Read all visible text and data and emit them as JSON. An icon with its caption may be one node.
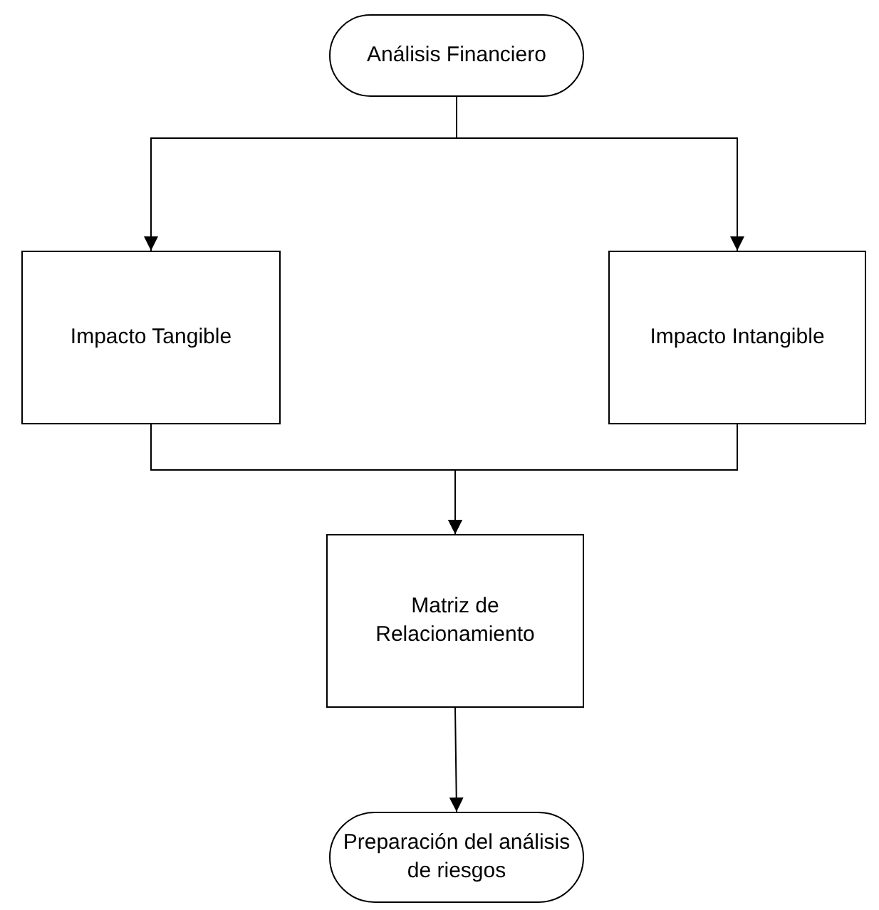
{
  "diagram": {
    "nodes": [
      {
        "text": [
          "Análisis Financiero"
        ]
      },
      {
        "text": [
          "Impacto Tangible"
        ]
      },
      {
        "text": [
          "Impacto Intangible"
        ]
      },
      {
        "text": [
          "Matriz de Relacionamiento"
        ]
      },
      {
        "text": [
          "Preparación del análisis de riesgos"
        ]
      }
    ],
    "edges": [
      {
        "from": 0,
        "to": 1,
        "arrow": "to"
      },
      {
        "from": 0,
        "to": 2,
        "arrow": "to"
      },
      {
        "from": 1,
        "to": 3,
        "arrow": "to"
      },
      {
        "from": 2,
        "to": 3,
        "arrow": "to"
      },
      {
        "from": 3,
        "to": 4,
        "arrow": "to"
      }
    ]
  }
}
